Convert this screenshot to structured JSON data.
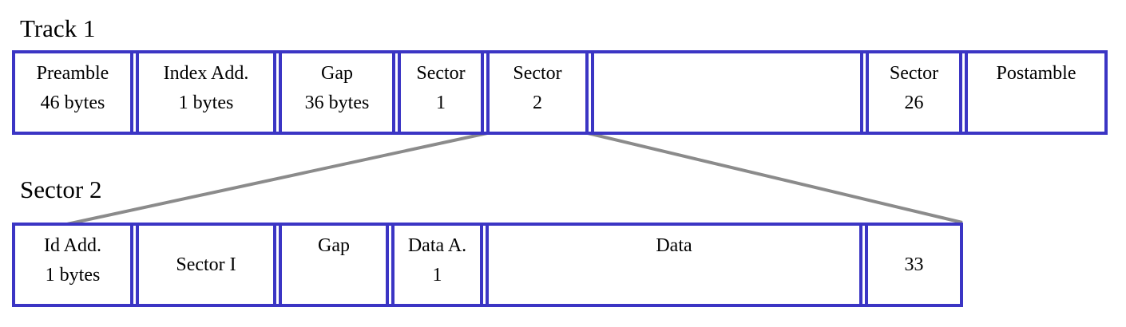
{
  "colors": {
    "border": "#3b35c4",
    "connector": "#8b8b8b",
    "text": "#000000",
    "background": "#ffffff"
  },
  "track_section": {
    "title": "Track 1",
    "cells": [
      {
        "line1": "Preamble",
        "line2": "46 bytes"
      },
      {
        "line1": "Index Add.",
        "line2": "1 bytes"
      },
      {
        "line1": "Gap",
        "line2": "36 bytes"
      },
      {
        "line1": "Sector",
        "line2": "1"
      },
      {
        "line1": "Sector",
        "line2": "2"
      },
      {
        "line1": "",
        "line2": ""
      },
      {
        "line1": "Sector",
        "line2": "26"
      },
      {
        "line1": "Postamble",
        "line2": ""
      }
    ]
  },
  "sector_section": {
    "title": "Sector 2",
    "cells": [
      {
        "line1": "Id Add.",
        "line2": "1 bytes"
      },
      {
        "line1": "Sector I",
        "line2": ""
      },
      {
        "line1": "Gap",
        "line2": ""
      },
      {
        "line1": "Data A.",
        "line2": "1"
      },
      {
        "line1": "Data",
        "line2": ""
      },
      {
        "line1": "33",
        "line2": ""
      }
    ]
  }
}
